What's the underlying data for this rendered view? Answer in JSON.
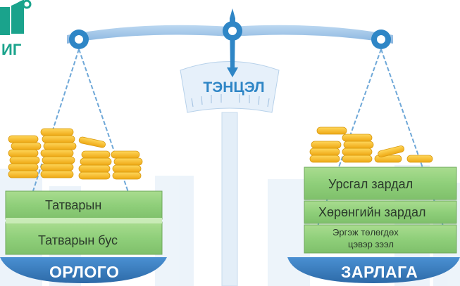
{
  "logo": {
    "text": "ИГ"
  },
  "scale": {
    "title": "ТЭНЦЭЛ",
    "left_pan": {
      "title": "ОРЛОГО",
      "bills": [
        "Татварын",
        "Татварын бус"
      ]
    },
    "right_pan": {
      "title": "ЗАРЛАГА",
      "bills": [
        "Урсгал зардал",
        "Хөрөнгийн зардал"
      ],
      "bill_bottom": {
        "line1": "Эргэж төлөгдөх",
        "line2": "цэвэр зээл"
      }
    }
  },
  "colors": {
    "accent_blue": "#2f86c6",
    "pan_blue": "#3d7fc1",
    "beam_blue": "#9fc3e6",
    "money_green": "#8fcf7a",
    "coin_gold": "#f6b81e",
    "logo_green": "#1aa38c"
  }
}
